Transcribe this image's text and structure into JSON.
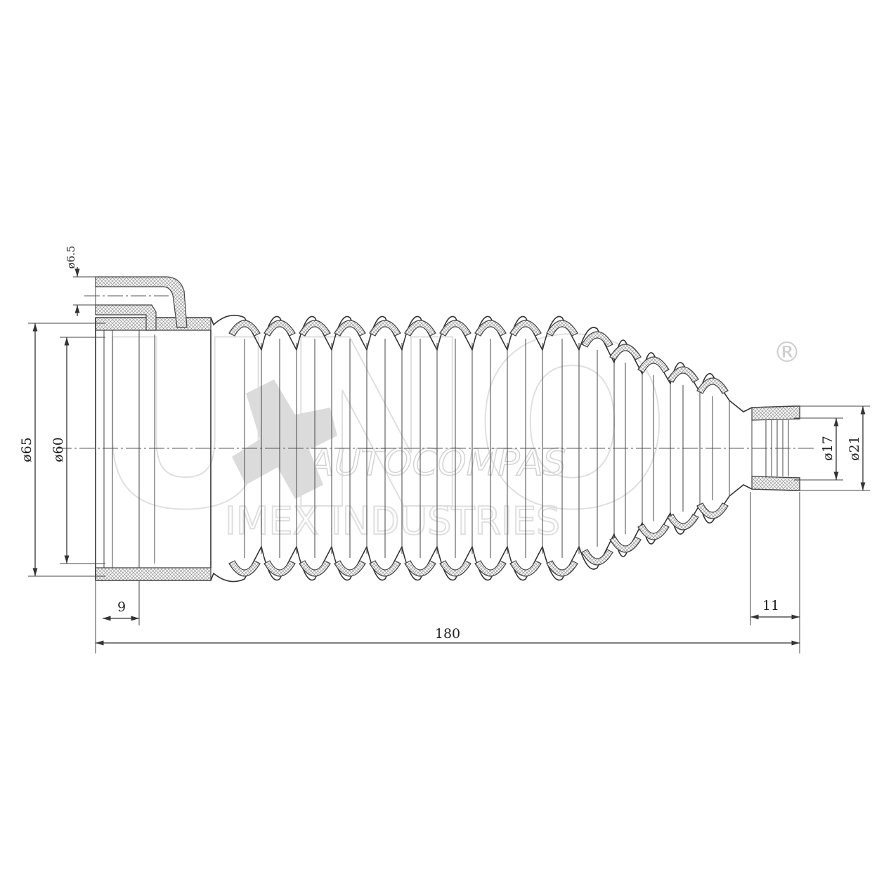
{
  "dimensions": {
    "outer_diameter_left": "ø65",
    "inner_diameter_left": "ø60",
    "breather_tube_diameter": "ø6.5",
    "inner_diameter_right": "ø17",
    "outer_diameter_right": "ø21",
    "left_collar_length": "9",
    "right_collar_length": "11",
    "overall_length": "180"
  },
  "watermark": {
    "brand_letters": "UNO",
    "line1": "AUTOCOMPAS",
    "line2": "IMEX INDUSTRIES",
    "registered_mark": "®"
  },
  "colors": {
    "line": "#333333",
    "watermark": "#dcdcdc",
    "background": "#ffffff"
  }
}
